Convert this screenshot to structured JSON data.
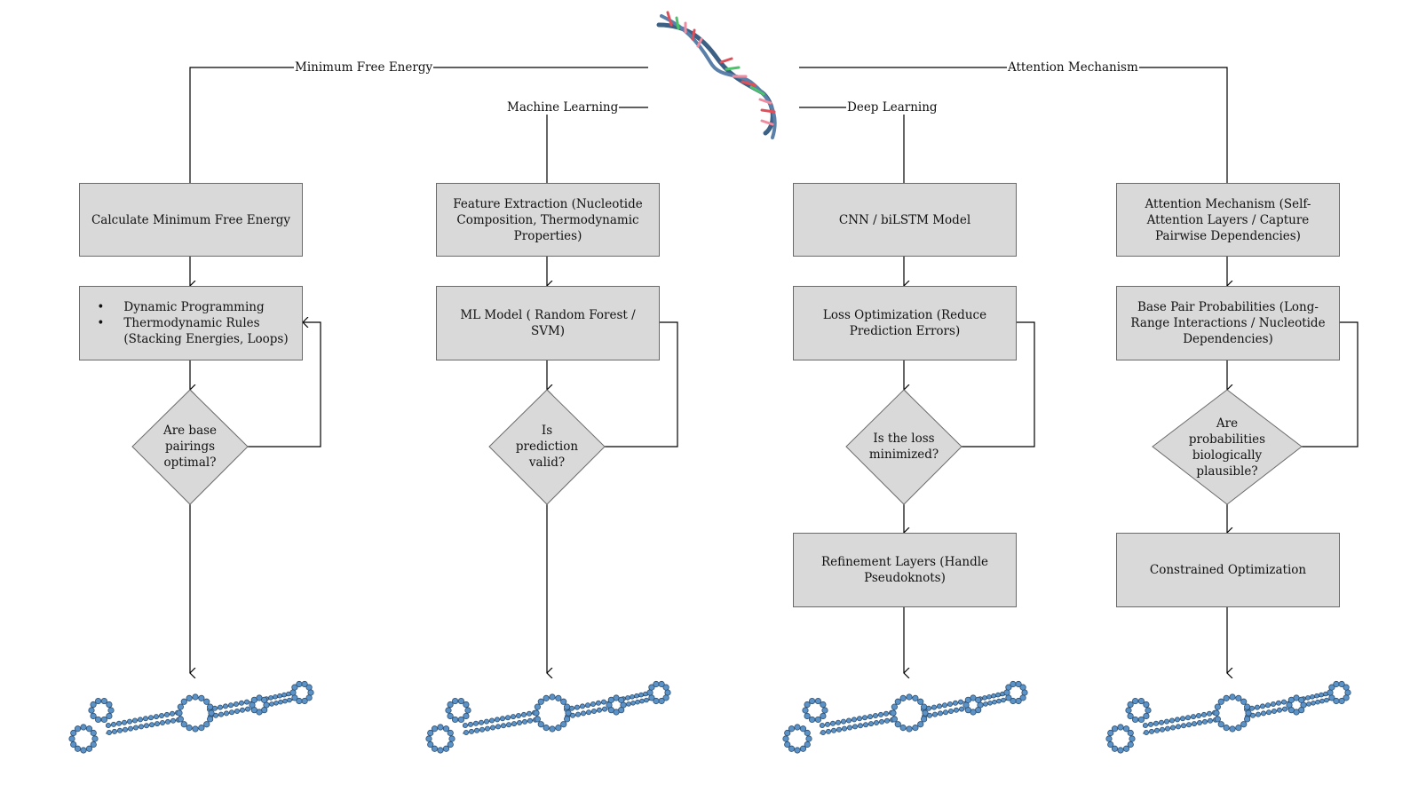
{
  "branches": {
    "mfe": "Minimum Free Energy",
    "ml": "Machine Learning",
    "dl": "Deep Learning",
    "attn": "Attention Mechanism"
  },
  "columns": [
    {
      "box1": "Calculate Minimum Free Energy",
      "box2_items": [
        "Dynamic Programming",
        "Thermodynamic Rules",
        "(Stacking Energies, Loops)"
      ],
      "decision": "Are base pairings optimal?"
    },
    {
      "box1": "Feature Extraction (Nucleotide Composition, Thermodynamic Properties)",
      "box2": "ML Model ( Random Forest / SVM)",
      "decision": "Is prediction valid?"
    },
    {
      "box1": "CNN / biLSTM Model",
      "box2": "Loss Optimization (Reduce Prediction Errors)",
      "decision": "Is the loss minimized?",
      "box3": "Refinement Layers (Handle Pseudoknots)"
    },
    {
      "box1": "Attention Mechanism (Self-Attention Layers / Capture Pairwise Dependencies)",
      "box2": "Base Pair Probabilities (Long-Range Interactions / Nucleotide Dependencies)",
      "decision": "Are probabilities biologically plausible?",
      "box3": "Constrained Optimization"
    }
  ],
  "colors": {
    "box_fill": "#d9d9d9",
    "box_border": "#6b6b6b",
    "line": "#000000",
    "helix_backbone": "#3d6184",
    "base_red": "#e0505a",
    "base_pink": "#f08ca0",
    "base_green": "#4cc26a",
    "rna_node": "#5b93c8"
  },
  "icons": [
    "dna-double-helix-icon",
    "rna-secondary-structure-icon"
  ]
}
